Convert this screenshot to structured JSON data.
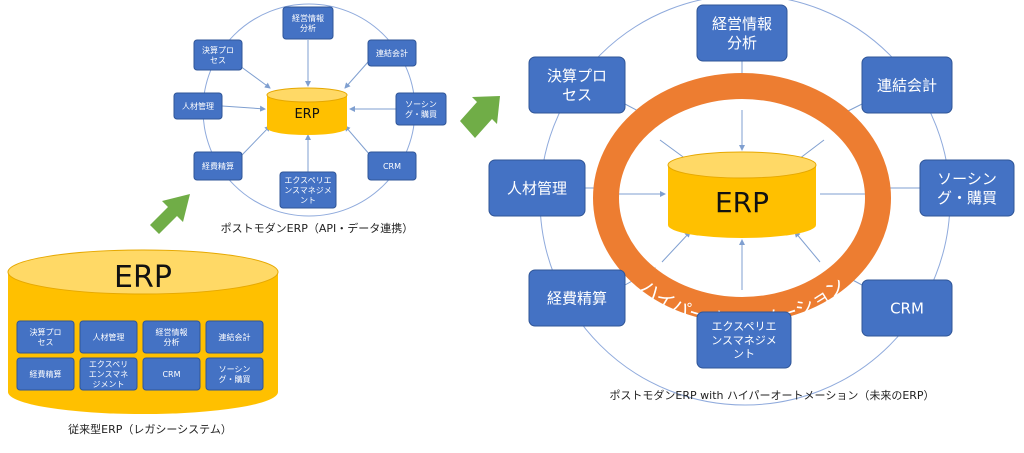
{
  "legacy": {
    "erp": "ERP",
    "modules": [
      "決算プロ|セス",
      "人材管理",
      "経営情報|分析",
      "連結会計",
      "経費精算",
      "エクスペリ|エンスマネ|ジメント",
      "CRM",
      "ソーシン|グ・購買"
    ],
    "caption": "従来型ERP（レガシーシステム）"
  },
  "postmodern": {
    "erp": "ERP",
    "nodes": [
      "経営情報|分析",
      "連結会計",
      "ソーシン|グ・購買",
      "CRM",
      "エクスペリエ|ンスマネジメ|ント",
      "経費精算",
      "人材管理",
      "決算プロ|セス"
    ],
    "caption": "ポストモダンERP（API・データ連携）"
  },
  "future": {
    "erp": "ERP",
    "ring_label": "ハイパーオートメーション",
    "nodes": [
      "経営情報|分析",
      "連結会計",
      "ソーシン|グ・購買",
      "CRM",
      "エクスペリエ|ンスマネジメ|ント",
      "経費精算",
      "人材管理",
      "決算プロ|セス"
    ],
    "caption": "ポストモダンERP with ハイパーオートメーション（未来のERP）"
  },
  "colors": {
    "box": "#4472C4",
    "cylinder": "#FFC000",
    "ring": "#ED7D31",
    "arrow": "#70AD47"
  }
}
